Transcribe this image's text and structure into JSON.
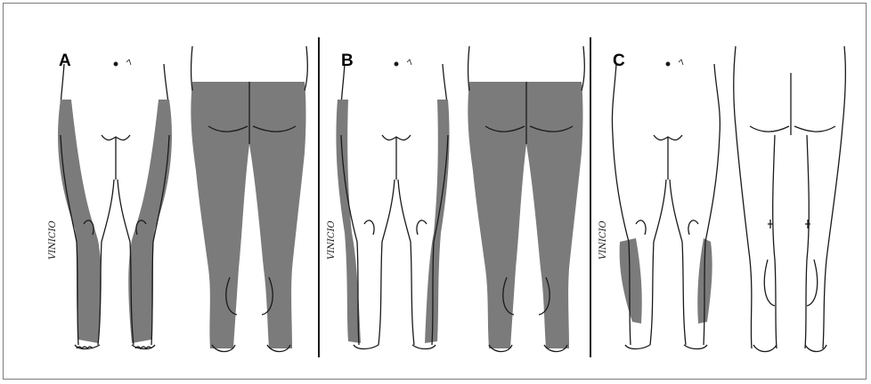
{
  "figure": {
    "panels": [
      {
        "label": "A",
        "signature": "VINICIO",
        "shading": "full-leg lateral (front) and entire posterior leg"
      },
      {
        "label": "B",
        "signature": "VINICIO",
        "shading": "lateral strip (front) and posterior thigh/calf"
      },
      {
        "label": "C",
        "signature": "VINICIO",
        "shading": "lateral lower leg only"
      }
    ],
    "colors": {
      "shade": "#7b7b7b",
      "ink": "#1a1a1a",
      "background": "#ffffff",
      "frame": "#7a7a7a"
    }
  }
}
